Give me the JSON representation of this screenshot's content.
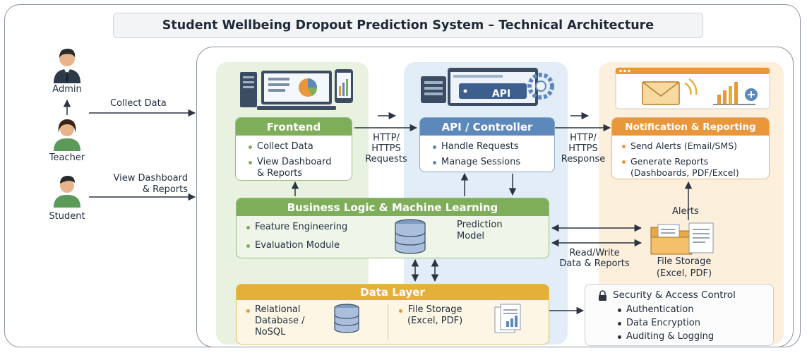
{
  "title": "Student Wellbeing Dropout Prediction System – Technical Architecture",
  "actors": {
    "admin": "Admin",
    "teacher": "Teacher",
    "student": "Student"
  },
  "flows": {
    "collect_data": "Collect Data",
    "view_dashboard": "View Dashboard\n& Reports",
    "http_requests": "HTTP/\nHTTPS\nRequests",
    "http_response": "HTTP/\nHTTPS\nResponse",
    "alerts": "Alerts",
    "read_write": "Read/Write\nData & Reports"
  },
  "frontend": {
    "header": "Frontend",
    "items": [
      "Collect Data",
      "View Dashboard\n& Reports"
    ]
  },
  "api": {
    "badge": "API",
    "header": "API / Controller",
    "items": [
      "Handle Requests",
      "Manage Sessions"
    ]
  },
  "notification": {
    "header": "Notification & Reporting",
    "items": [
      {
        "main": "Send Alerts",
        "sub": "(Email/SMS)"
      },
      {
        "main": "Generate Reports",
        "sub": "(Dashboards, PDF/Excel)"
      }
    ]
  },
  "business": {
    "header": "Business Logic & Machine Learning",
    "items": [
      "Feature Engineering",
      "Evaluation Module"
    ],
    "prediction": "Prediction\nModel"
  },
  "file_storage_right": "File Storage\n(Excel, PDF)",
  "data_layer": {
    "header": "Data Layer",
    "db": "Relational\nDatabase /\nNoSQL",
    "files": "File Storage\n(Excel, PDF)"
  },
  "security": {
    "header": "Security & Access Control",
    "items": [
      "Authentication",
      "Data Encryption",
      "Auditing & Logging"
    ]
  },
  "colors": {
    "green": "#7fae5a",
    "blue": "#5d88bc",
    "orange": "#e9973a",
    "gold": "#e4b037"
  }
}
